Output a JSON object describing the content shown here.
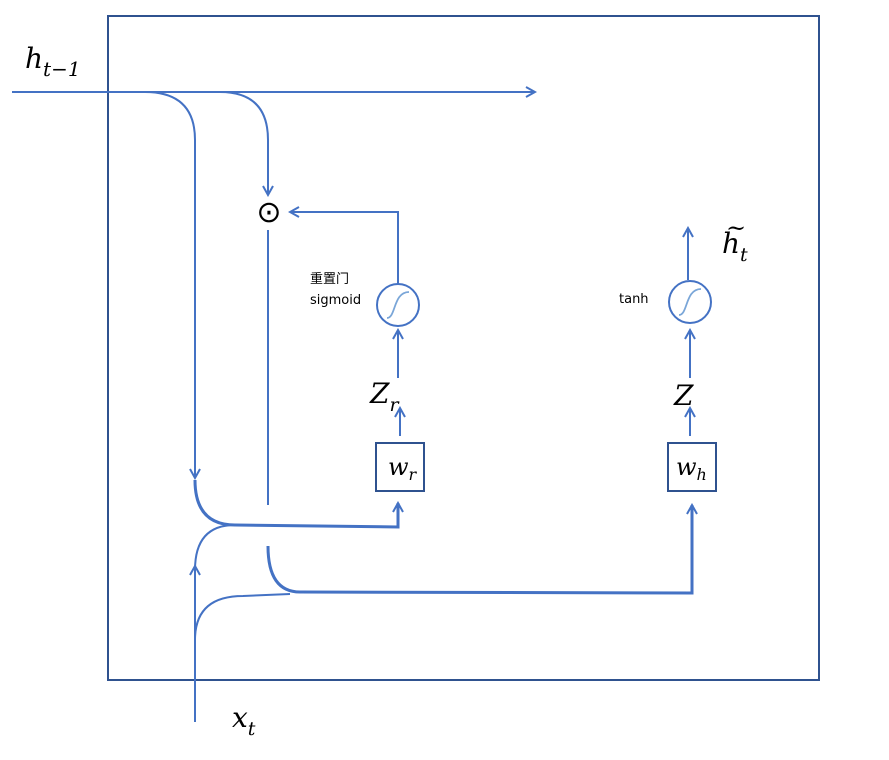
{
  "labels": {
    "h_prev_base": "h",
    "h_prev_sub": "t−1",
    "x_base": "x",
    "x_sub": "t",
    "zr_base": "Z",
    "zr_sub": "r",
    "z": "Z",
    "wr_base": "w",
    "wr_sub": "r",
    "wh_base": "w",
    "wh_sub": "h",
    "htilde_base": "h",
    "htilde_tilde": "~",
    "htilde_sub": "t",
    "reset_gate": "重置门",
    "sigmoid": "sigmoid",
    "tanh": "tanh",
    "hadamard": "⊙"
  },
  "colors": {
    "line": "#4472c4",
    "box": "#2f528f",
    "text": "#000000"
  }
}
